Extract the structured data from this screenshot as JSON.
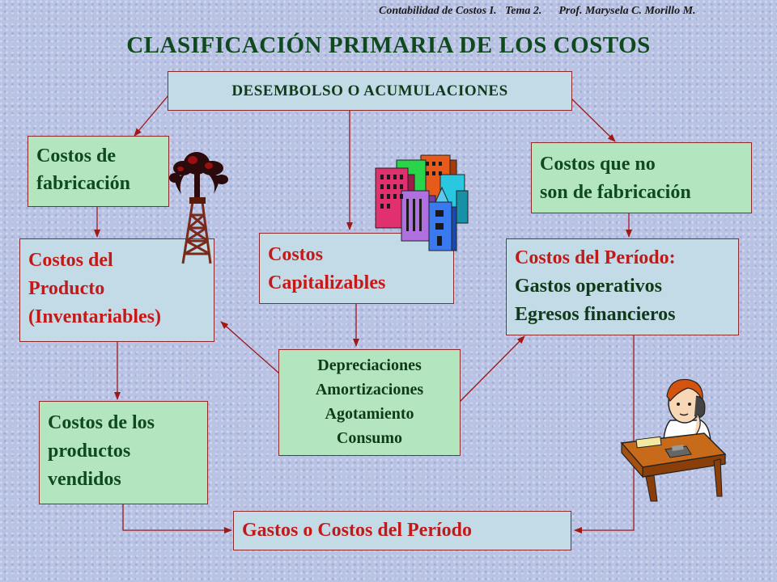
{
  "header": {
    "course": "Contabilidad de Costos I.",
    "topic": "Tema 2.",
    "professor": "Prof. Marysela C. Morillo M."
  },
  "title": "CLASIFICACIÓN  PRIMARIA  DE  LOS  COSTOS",
  "boxes": {
    "desembolso": "DESEMBOLSO  O  ACUMULACIONES",
    "fabricacion": [
      "Costos de",
      "fabricación"
    ],
    "no_fabricacion": [
      "Costos que no",
      "son de fabricación"
    ],
    "producto": [
      "Costos del",
      "Producto",
      "(Inventariables)"
    ],
    "capitalizables": [
      "Costos",
      "Capitalizables"
    ],
    "periodo": [
      "Costos del Período:",
      "Gastos operativos",
      "Egresos financieros"
    ],
    "ajustes": [
      "Depreciaciones",
      "Amortizaciones",
      "Agotamiento",
      "Consumo"
    ],
    "vendidos": [
      "Costos de los",
      "productos",
      "vendidos"
    ],
    "gastos_periodo": "Gastos o Costos del Período"
  },
  "colors": {
    "dark_green_text": "#0f4a1e",
    "red_text": "#c41919",
    "green_fill": "#b3e6bf",
    "blue_fill": "#c3dbe6",
    "arrow": "#a01818"
  },
  "icons": [
    "oil-derrick-icon",
    "buildings-icon",
    "office-worker-phone-icon"
  ]
}
